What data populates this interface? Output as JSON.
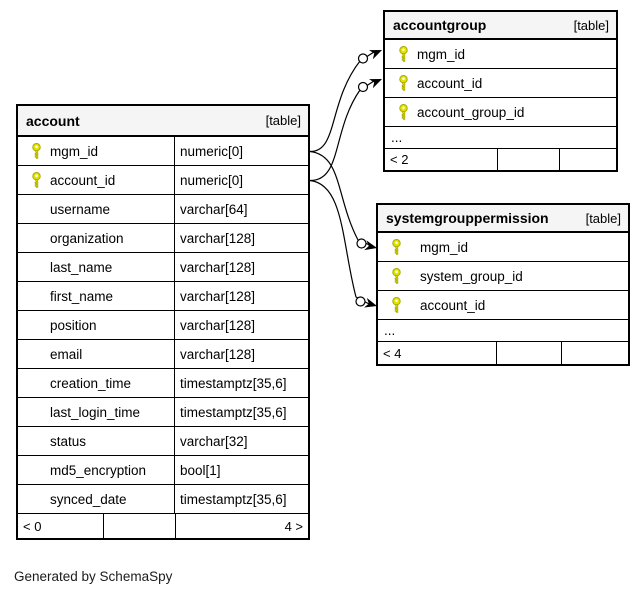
{
  "generator_note": "Generated by SchemaSpy",
  "colors": {
    "header_bg": "#f5f5f5",
    "border": "#000000",
    "key_fill": "#e3e300",
    "key_stroke": "#a8a800",
    "background": "#ffffff"
  },
  "tables": [
    {
      "name": "account",
      "badge": "[table]",
      "columns": [
        {
          "name": "mgm_id",
          "type": "numeric[0]",
          "pk": true
        },
        {
          "name": "account_id",
          "type": "numeric[0]",
          "pk": true
        },
        {
          "name": "username",
          "type": "varchar[64]",
          "pk": false
        },
        {
          "name": "organization",
          "type": "varchar[128]",
          "pk": false
        },
        {
          "name": "last_name",
          "type": "varchar[128]",
          "pk": false
        },
        {
          "name": "first_name",
          "type": "varchar[128]",
          "pk": false
        },
        {
          "name": "position",
          "type": "varchar[128]",
          "pk": false
        },
        {
          "name": "email",
          "type": "varchar[128]",
          "pk": false
        },
        {
          "name": "creation_time",
          "type": "timestamptz[35,6]",
          "pk": false
        },
        {
          "name": "last_login_time",
          "type": "timestamptz[35,6]",
          "pk": false
        },
        {
          "name": "status",
          "type": "varchar[32]",
          "pk": false
        },
        {
          "name": "md5_encryption",
          "type": "bool[1]",
          "pk": false
        },
        {
          "name": "synced_date",
          "type": "timestamptz[35,6]",
          "pk": false
        }
      ],
      "footer": {
        "left": "< 0",
        "middle": "",
        "right": "4 >"
      }
    },
    {
      "name": "accountgroup",
      "badge": "[table]",
      "columns": [
        {
          "name": "mgm_id",
          "pk": true
        },
        {
          "name": "account_id",
          "pk": true
        },
        {
          "name": "account_group_id",
          "pk": true
        },
        {
          "name": "...",
          "ellipsis": true
        }
      ],
      "footer": {
        "left": "< 2",
        "middle": "",
        "right": ""
      }
    },
    {
      "name": "systemgrouppermission",
      "badge": "[table]",
      "columns": [
        {
          "name": "mgm_id",
          "pk": true
        },
        {
          "name": "system_group_id",
          "pk": true
        },
        {
          "name": "account_id",
          "pk": true
        },
        {
          "name": "...",
          "ellipsis": true
        }
      ],
      "footer": {
        "left": "< 4",
        "middle": "",
        "right": ""
      }
    }
  ],
  "relationships": [
    {
      "from": "account.mgm_id",
      "to": "accountgroup.mgm_id"
    },
    {
      "from": "account.account_id",
      "to": "accountgroup.account_id"
    },
    {
      "from": "account.mgm_id",
      "to": "systemgrouppermission.mgm_id"
    },
    {
      "from": "account.account_id",
      "to": "systemgrouppermission.account_id"
    }
  ]
}
